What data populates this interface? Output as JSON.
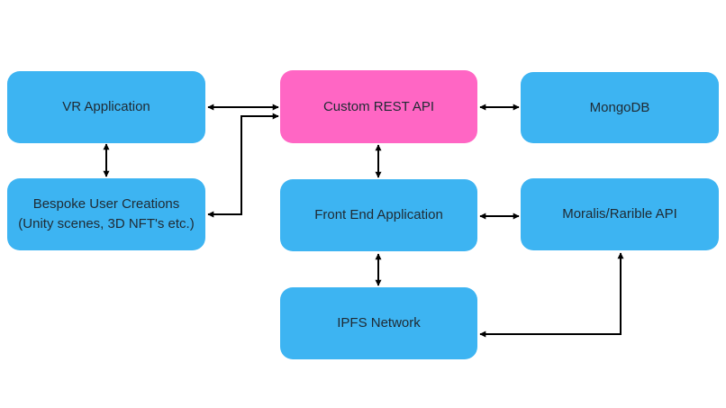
{
  "colors": {
    "node": "#3db4f2",
    "highlight": "#ff66c4",
    "arrow": "#000000"
  },
  "nodes": {
    "vr_application": "VR Application",
    "custom_rest_api": "Custom REST API",
    "mongodb": "MongoDB",
    "bespoke_user_creations": "Bespoke User Creations\n(Unity scenes, 3D NFT's etc.)",
    "front_end_application": "Front End Application",
    "moralis_rarible_api": "Moralis/Rarible API",
    "ipfs_network": "IPFS Network"
  }
}
